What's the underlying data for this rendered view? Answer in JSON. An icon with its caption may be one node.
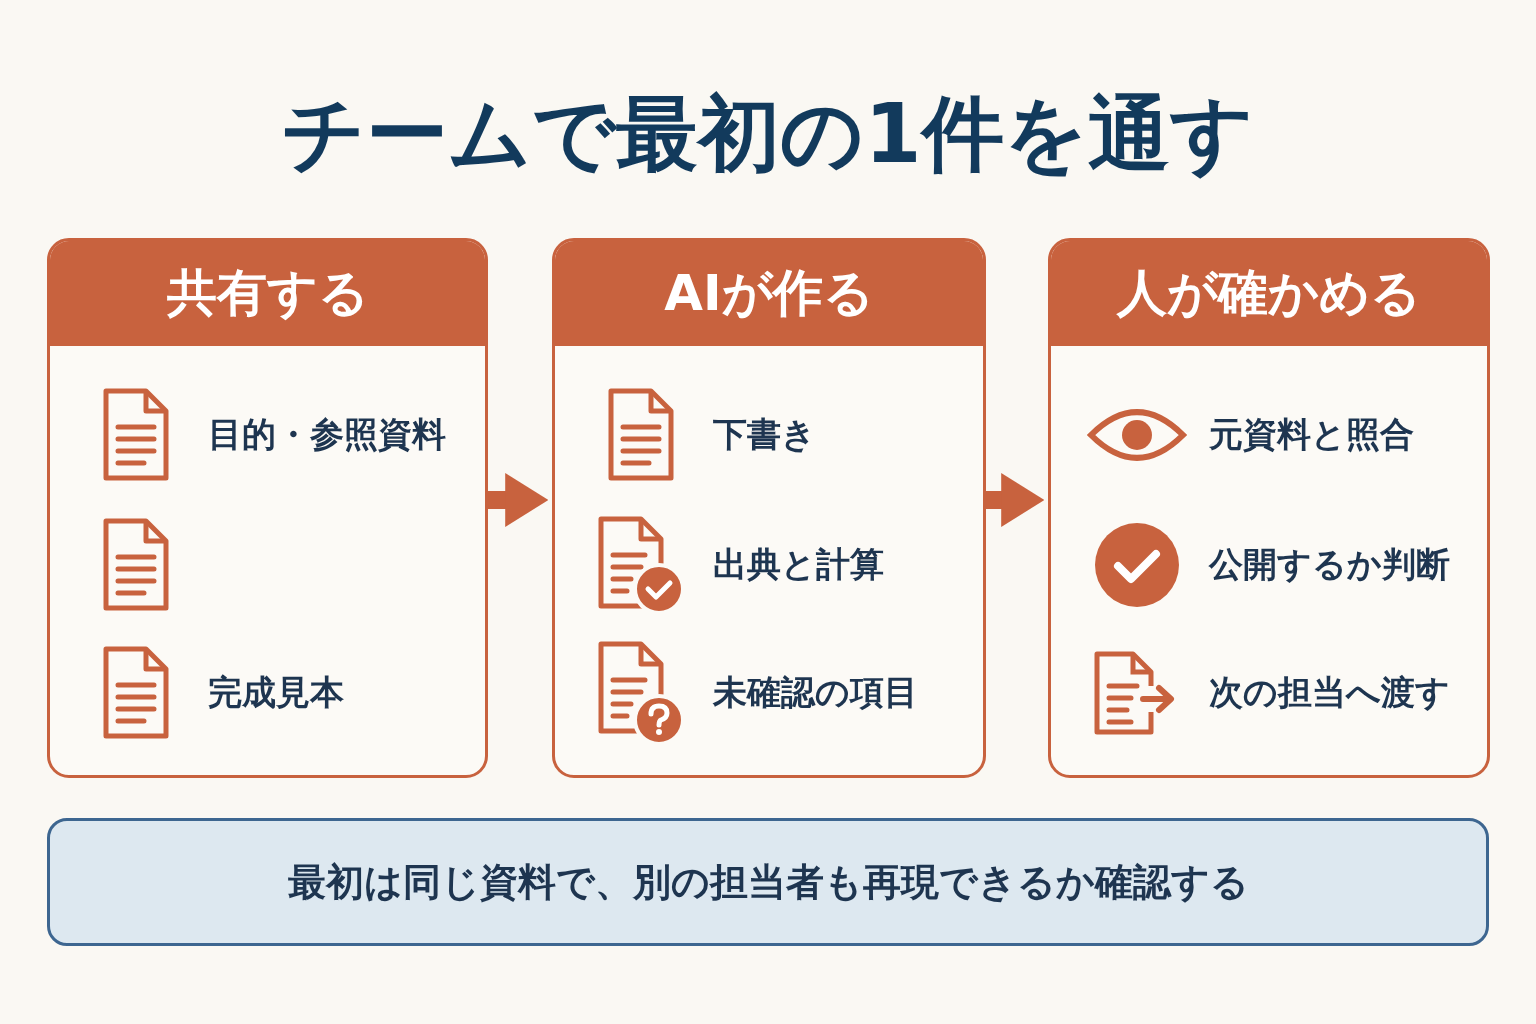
{
  "diagram": {
    "title": "チームで最初の1件を通す",
    "nodes": [
      {
        "text": [
          "共有する",
          "目的・参照資料",
          "完成見本"
        ]
      },
      {
        "text": [
          "AIが作る",
          "下書き",
          "出典と計算",
          "未確認の項目"
        ]
      },
      {
        "text": [
          "人が確かめる",
          "元資料と照合",
          "公開するか判断",
          "次の担当へ渡す"
        ]
      },
      {
        "text": [
          "最初は同じ資料で、別の担当者も再現できるか確認する"
        ]
      }
    ],
    "edges": [
      {
        "from": 0,
        "to": 1,
        "arrow": "to"
      },
      {
        "from": 1,
        "to": 2,
        "arrow": "to"
      }
    ]
  }
}
